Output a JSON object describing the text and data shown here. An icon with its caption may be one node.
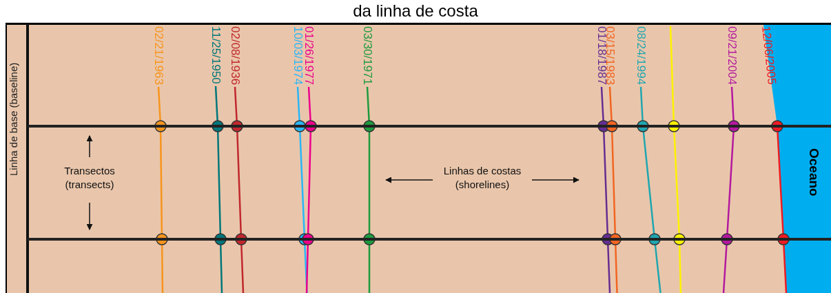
{
  "diagram": {
    "title": "da linha de costa",
    "nodes": [
      {
        "text": [
          "Transectos (transects)"
        ]
      },
      {
        "text": [],
        "shape": "line"
      },
      {
        "text": [],
        "shape": "line"
      },
      {
        "text": [
          "Linhas de costas (shorelines)"
        ]
      }
    ],
    "edges": [
      {
        "from": 0,
        "to": 1,
        "arrow": "to"
      },
      {
        "from": 0,
        "to": 2,
        "arrow": "to"
      },
      {
        "from": 3,
        "to": null,
        "arrow": "to"
      },
      {
        "from": 3,
        "to": null,
        "arrow": "to"
      }
    ],
    "labels": [
      "Linha de base (baseline)",
      "02/21/1963",
      "11/25/1950",
      "02/08/1936",
      "10/03/1974",
      "01/26/1977",
      "03/30/1971",
      "01/18/1987",
      "03/15/1983",
      "08/24/1994",
      "09/21/2004",
      "12/06/2005",
      "Oceano"
    ]
  }
}
